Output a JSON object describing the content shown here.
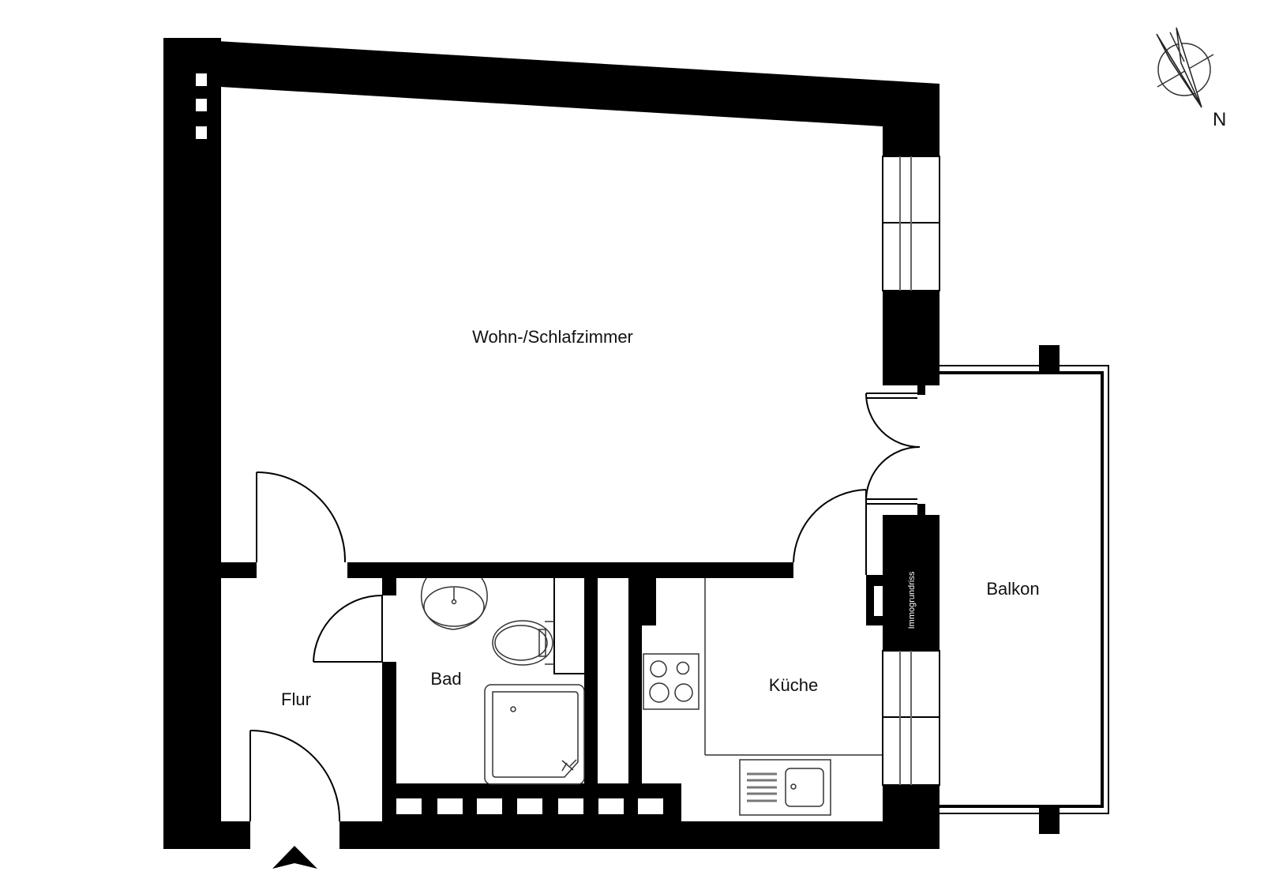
{
  "plan": {
    "rooms": [
      {
        "id": "wohn",
        "label": "Wohn-/Schlafzimmer"
      },
      {
        "id": "flur",
        "label": "Flur"
      },
      {
        "id": "bad",
        "label": "Bad"
      },
      {
        "id": "kueche",
        "label": "Küche"
      },
      {
        "id": "balkon",
        "label": "Balkon"
      }
    ],
    "watermark": "Immogrundriss",
    "compass": {
      "label": "N",
      "icon": "north-arrow-icon"
    },
    "entrance": {
      "icon": "entrance-arrow-icon"
    },
    "colors": {
      "wall": "#000000",
      "background": "#ffffff",
      "line": "#222222",
      "fixture": "#555555"
    }
  }
}
